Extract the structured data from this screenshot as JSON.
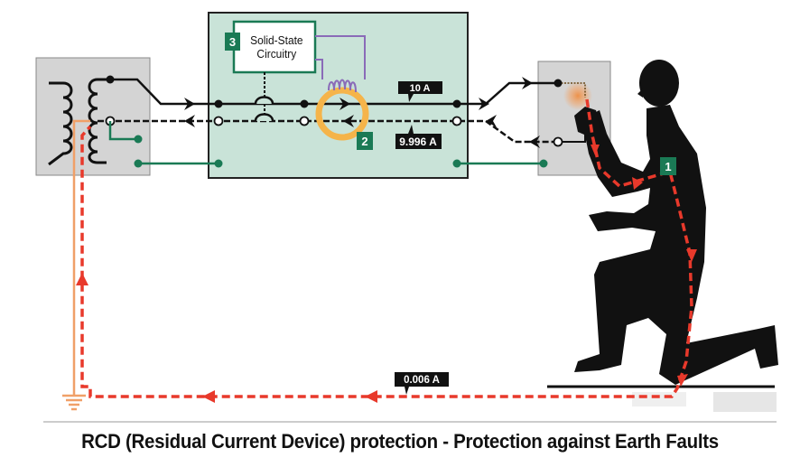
{
  "diagram": {
    "caption": "RCD (Residual Current Device) protection - Protection against Earth Faults",
    "rcd_unit": {
      "circuitry_label_line1": "Solid-State",
      "circuitry_label_line2": "Circuitry"
    },
    "markers": {
      "body_path": "1",
      "toroid_coil": "2",
      "solid_state": "3"
    },
    "currents": {
      "live_current": "10 A",
      "neutral_current": "9.996 A",
      "earth_leakage_current": "0.006 A"
    },
    "colors": {
      "rcd_box": "#c9e3d8",
      "panel_gray": "#d4d4d4",
      "earth_green": "#1a7a55",
      "marker_green": "#1a7a55",
      "fault_red": "#e8392b",
      "toroid_orange": "#f5b44a",
      "earth_wire_orange": "#f0a068",
      "coil_purple": "#8a6bb8"
    }
  }
}
